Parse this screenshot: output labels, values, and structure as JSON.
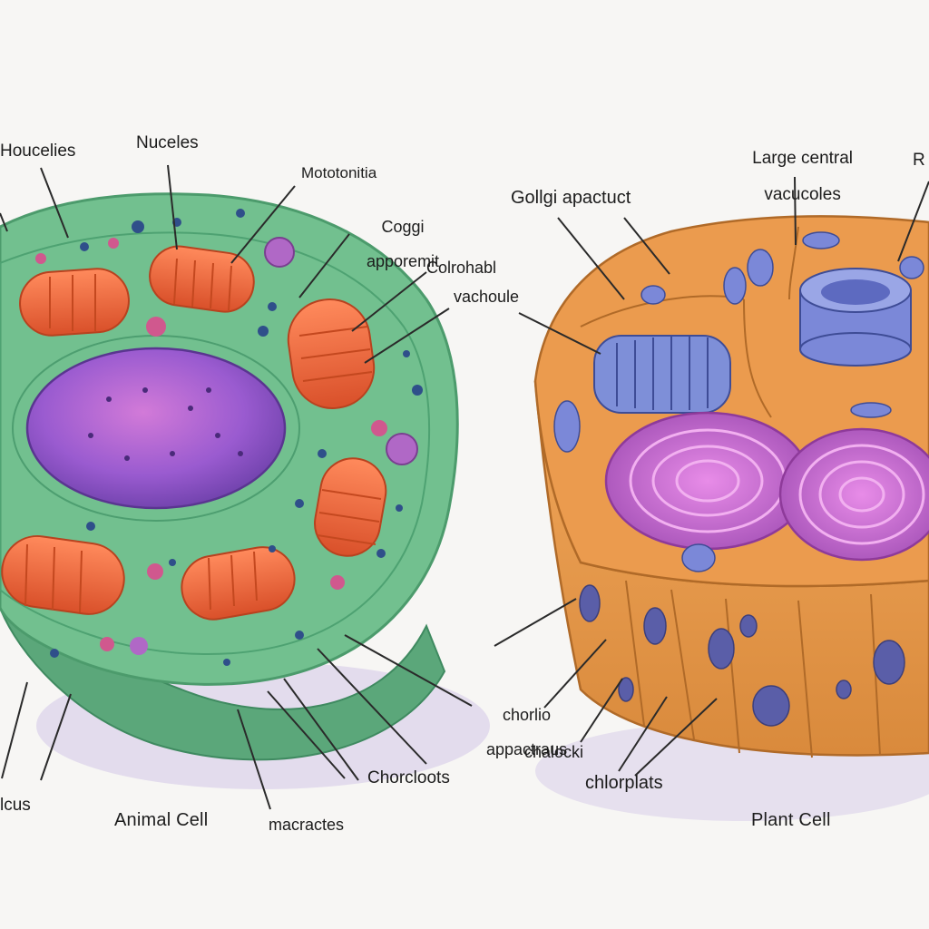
{
  "labels": {
    "houcelies": "Houcelies",
    "nuceles": "Nuceles",
    "mototonitia": "Mototonitia",
    "coggi_line1": "Coggi",
    "coggi_line2": "apporemit",
    "colrohabl": "Colrohabl",
    "vachoule": "vachoule",
    "lcus": "lcus",
    "animal_cell": "Animal Cell",
    "macractes": "macractes",
    "chorcloots": "Chorcloots",
    "large_central_line1": "Large central",
    "large_central_line2": "vacucoles",
    "r": "R",
    "golgi_apactuct": "Gollgi apactuct",
    "chorlio_line1": "chorlio",
    "chorlio_line2": "appactraus",
    "chalocki": "chalocki",
    "chlorplats": "chlorplats",
    "plant_cell": "Plant Cell"
  },
  "colors": {
    "animal_cytoplasm": "#72c08f",
    "animal_membrane": "#5fae7e",
    "nucleus": "#9a5bd0",
    "mitochondria": "#ef6a3e",
    "plant_wall": "#e7954a",
    "plant_chloroplast": "#c96ad0",
    "plant_vacuole": "#7b88d8",
    "leader_line": "#2a2a2a"
  }
}
